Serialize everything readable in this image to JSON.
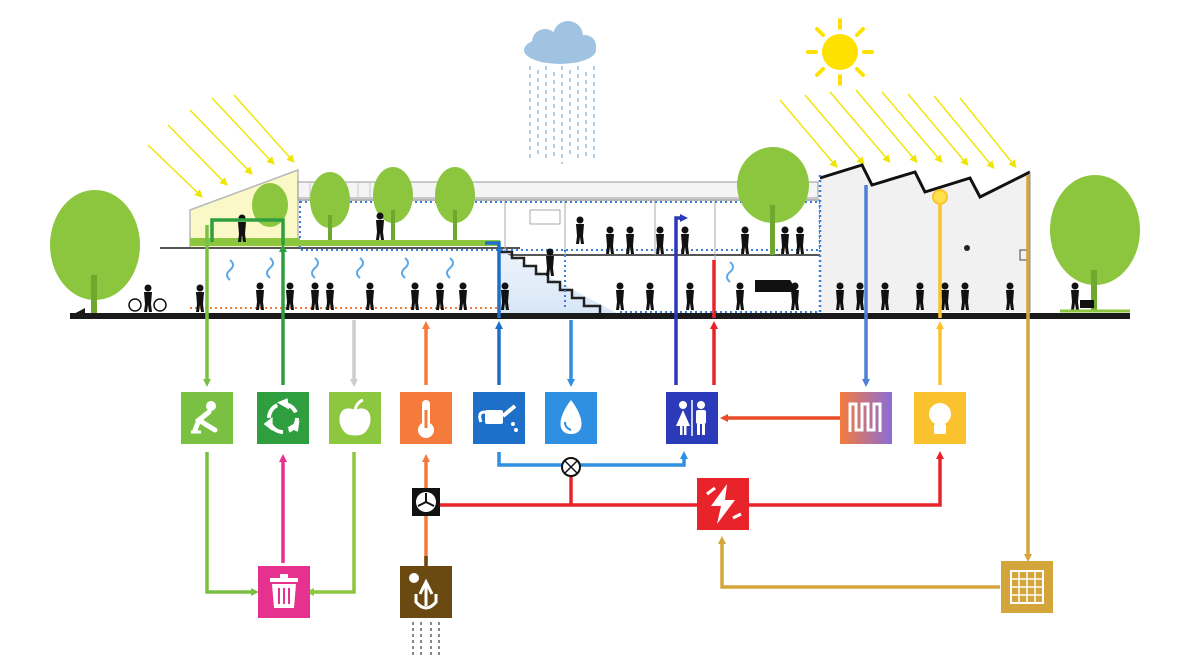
{
  "colors": {
    "ground": "#1a1a1a",
    "tree": "#8cc63f",
    "tree_dark": "#6fa82f",
    "sun": "#ffe100",
    "sun_ray": "#f2e600",
    "cloud": "#9fc3e0",
    "rain": "#7fb0d8",
    "ventilation": "#5aa7e8",
    "compost": "#7ac143",
    "recycle": "#2e9e3e",
    "produce": "#8dc63f",
    "heating": "#f47b3c",
    "irrigation": "#1e6fc7",
    "water": "#2f8fe0",
    "restroom": "#2a3ab8",
    "radiant": "#e84a2a",
    "lighting": "#f9c22e",
    "power": "#e8242a",
    "solar": "#d4a53a",
    "waste": "#e6318f",
    "geothermal": "#6b4a12",
    "grey_water": "#cccccc"
  },
  "icons": [
    {
      "key": "compost",
      "name": "gardener-icon",
      "glyph": "gardener"
    },
    {
      "key": "recycle",
      "name": "recycle-icon",
      "glyph": "recycle"
    },
    {
      "key": "produce",
      "name": "apple-icon",
      "glyph": "apple"
    },
    {
      "key": "heating",
      "name": "thermometer-icon",
      "glyph": "thermometer"
    },
    {
      "key": "irrigation",
      "name": "watering-can-icon",
      "glyph": "watering-can"
    },
    {
      "key": "water",
      "name": "water-drop-icon",
      "glyph": "drop"
    },
    {
      "key": "restroom",
      "name": "restroom-icon",
      "glyph": "restroom"
    },
    {
      "key": "radiant",
      "name": "radiant-heater-icon",
      "glyph": "radiator"
    },
    {
      "key": "lighting",
      "name": "light-bulb-icon",
      "glyph": "bulb"
    },
    {
      "key": "power",
      "name": "power-plant-icon",
      "glyph": "bolt"
    },
    {
      "key": "solar",
      "name": "solar-panel-icon",
      "glyph": "solar"
    },
    {
      "key": "waste",
      "name": "trash-bin-icon",
      "glyph": "trash"
    },
    {
      "key": "geothermal",
      "name": "geothermal-icon",
      "glyph": "geothermal"
    }
  ]
}
